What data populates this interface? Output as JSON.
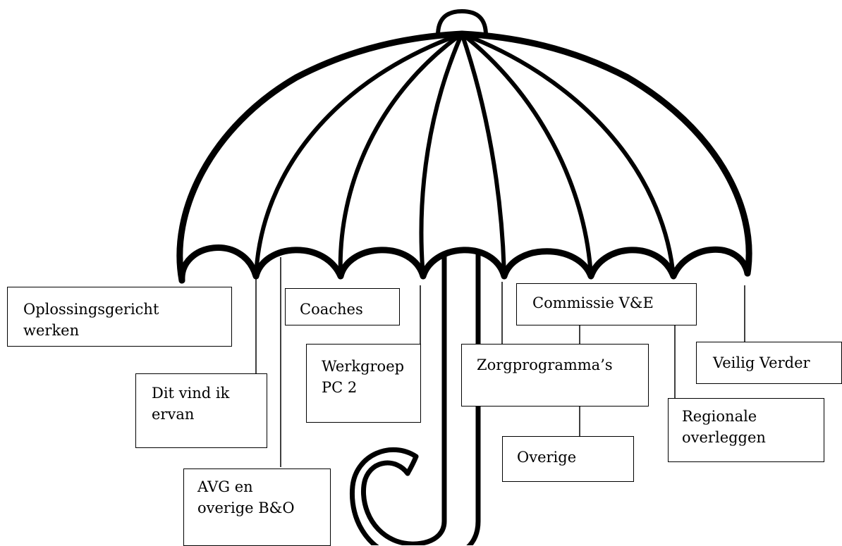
{
  "diagram": {
    "colors": {
      "stroke": "#000000",
      "background": "#ffffff"
    },
    "labels": {
      "oplossingsgericht": "Oplossingsgericht\nwerken",
      "dit_vind_ik": "Dit vind ik\nervan",
      "avg": "AVG en\noverige B&O",
      "coaches": "Coaches",
      "werkgroep": "Werkgroep\nPC 2",
      "commissie": "Commissie  V&E",
      "zorgprogrammas": "Zorgprogramma’s",
      "overige": "Overige",
      "regionale": "Regionale\noverleggen",
      "veilig_verder": "Veilig Verder"
    }
  }
}
